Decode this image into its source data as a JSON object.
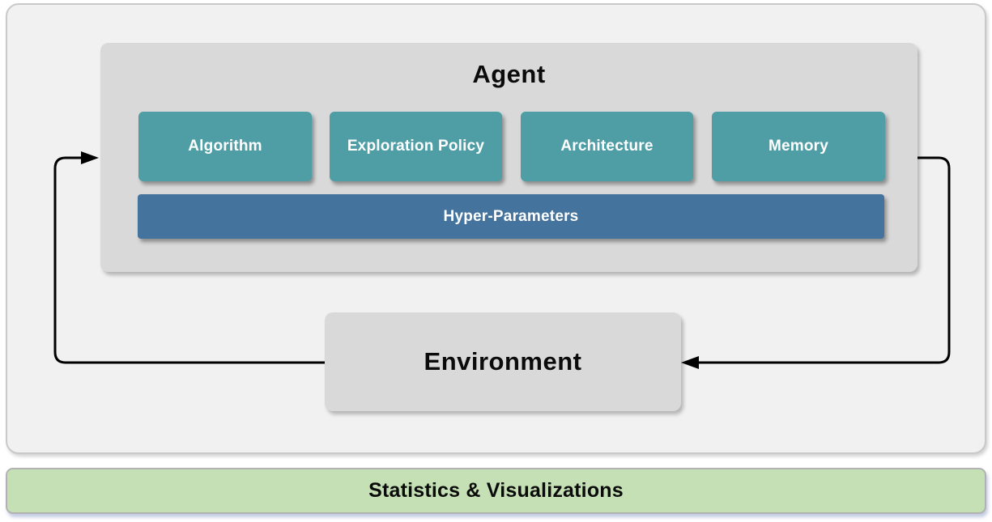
{
  "diagram": {
    "agent": {
      "title": "Agent",
      "components": [
        "Algorithm",
        "Exploration Policy",
        "Architecture",
        "Memory"
      ],
      "hyper_parameters_label": "Hyper-Parameters"
    },
    "environment": {
      "title": "Environment"
    },
    "footer": {
      "label": "Statistics & Visualizations"
    },
    "arrows": [
      {
        "name": "environment-to-agent",
        "from": "Environment",
        "to": "Agent"
      },
      {
        "name": "agent-to-environment",
        "from": "Agent",
        "to": "Environment"
      }
    ]
  },
  "colors": {
    "teal": "#4F9EA6",
    "blue": "#44739E",
    "green": "#C5E0B4",
    "panel_gray": "#D9D9D9",
    "frame_fill": "#F1F1F2",
    "frame_border": "#C9C9C9",
    "arrow": "#000000"
  }
}
